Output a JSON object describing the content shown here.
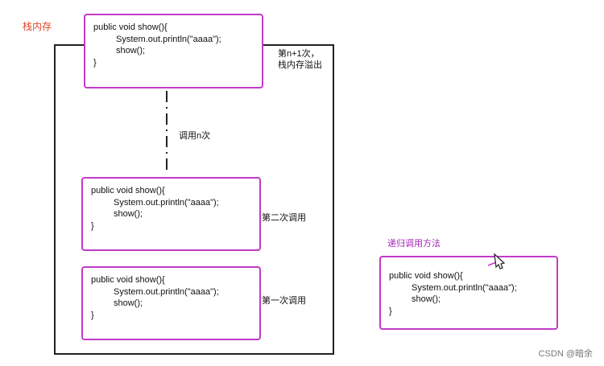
{
  "stack_label": "栈内存",
  "code": {
    "line1": "public void show(){",
    "line2": "System.out.println(\"aaaa\");",
    "line3": "show();",
    "line4": "}"
  },
  "labels": {
    "overflow_line1": "第n+1次，",
    "overflow_line2": "栈内存溢出",
    "calls_n": "调用n次",
    "second_call": "第二次调用",
    "first_call": "第一次调用",
    "recursion_method": "递归调用方法"
  },
  "watermark": "CSDN @暗余",
  "colors": {
    "box_border": "#c23bc8",
    "stack_label": "#e0452b",
    "recursion_label": "#a524b8",
    "frame": "#222222"
  },
  "icons": [
    "cursor-icon"
  ]
}
